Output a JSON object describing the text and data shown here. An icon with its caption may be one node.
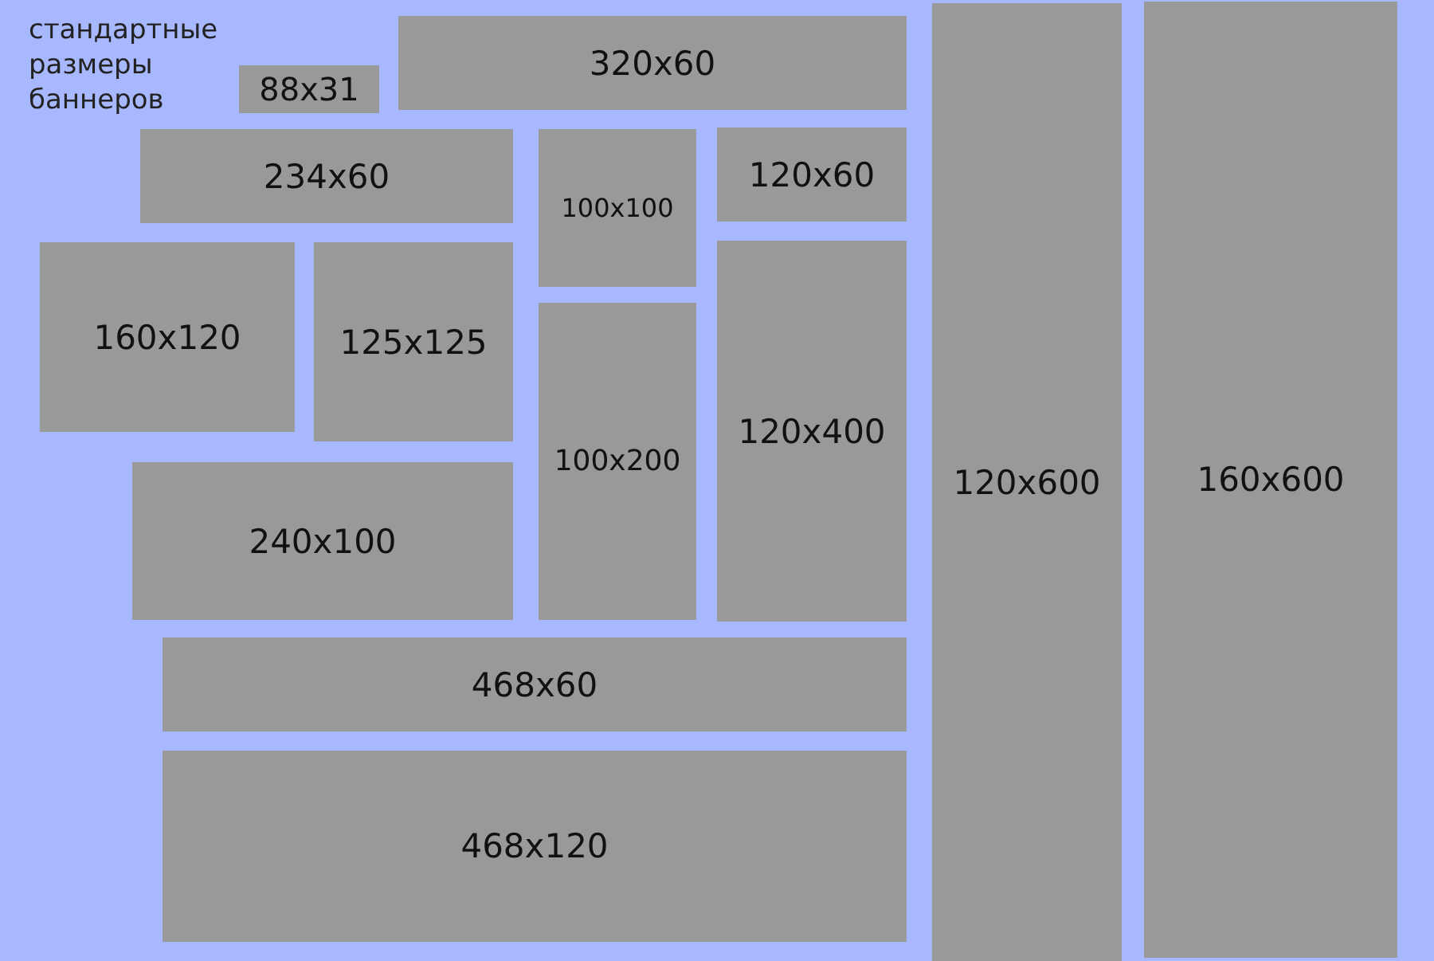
{
  "diagram": {
    "title": "стандартные размеры баннеров",
    "nodes": [
      {
        "text": [
          "88x31"
        ]
      },
      {
        "text": [
          "320x60"
        ]
      },
      {
        "text": [
          "120x600"
        ]
      },
      {
        "text": [
          "160x600"
        ]
      },
      {
        "text": [
          "234x60"
        ]
      },
      {
        "text": [
          "100x100"
        ]
      },
      {
        "text": [
          "120x60"
        ]
      },
      {
        "text": [
          "160x120"
        ]
      },
      {
        "text": [
          "125x125"
        ]
      },
      {
        "text": [
          "100x200"
        ]
      },
      {
        "text": [
          "120x400"
        ]
      },
      {
        "text": [
          "240x100"
        ]
      },
      {
        "text": [
          "468x60"
        ]
      },
      {
        "text": [
          "468x120"
        ]
      }
    ]
  }
}
